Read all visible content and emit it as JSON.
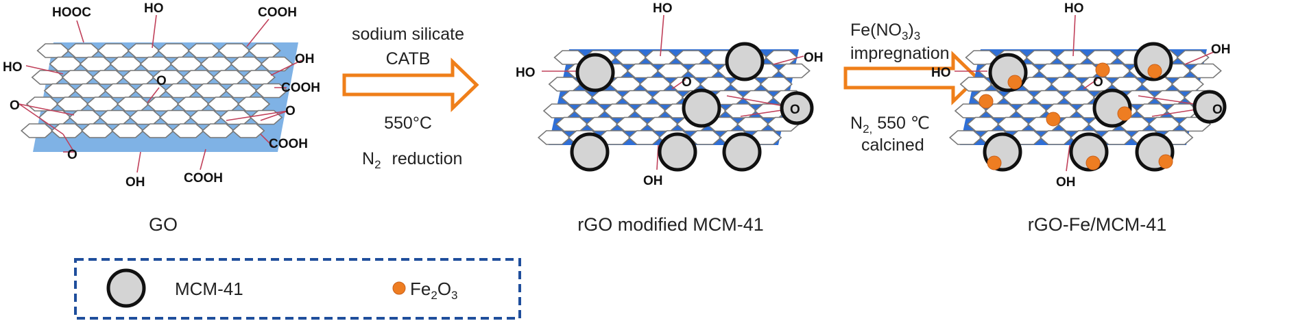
{
  "colors": {
    "sheet_go": "#7fb2e5",
    "sheet_rgo": "#2f6fd6",
    "hex_edge": "#777777",
    "bond": "#c0405a",
    "arrow_stroke": "#ef7f1a",
    "sphere_fill": "#d4d4d4",
    "sphere_edge": "#111111",
    "particle": "#ee7d22",
    "legend_border": "#1f4e9c"
  },
  "groups": {
    "hooc": "HOOC",
    "ho": "HO",
    "cooh": "COOH",
    "oh": "OH",
    "o": "O"
  },
  "step1": {
    "line1": "sodium silicate",
    "line2": "CATB",
    "line3": "550°C",
    "line4_main": "N",
    "line4_sub": "2",
    "line4_rest": "reduction"
  },
  "step2": {
    "line1_pre": "Fe(NO",
    "line1_sub": "3",
    "line1_mid": ")",
    "line1_sub2": "3",
    "line2": "impregnation",
    "line3_pre": "N",
    "line3_sub": "2,",
    "line3_rest": " 550 ℃",
    "line4": "calcined"
  },
  "captions": {
    "go": "GO",
    "rgo_mcm": "rGO modified MCM-41",
    "rgo_fe": "rGO-Fe/MCM-41"
  },
  "legend": {
    "mcm_label": "MCM-41",
    "fe_pre": "Fe",
    "fe_sub1": "2",
    "fe_mid": "O",
    "fe_sub2": "3"
  }
}
